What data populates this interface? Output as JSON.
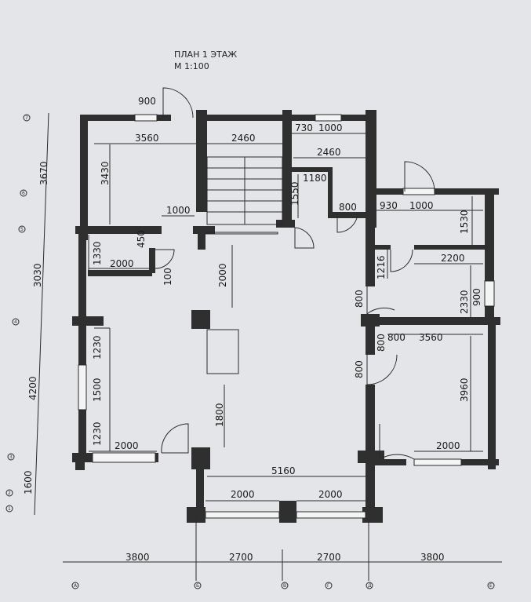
{
  "title": {
    "line1": "ПЛАН 1 ЭТАЖ",
    "line2": "М 1:100"
  },
  "bottom_dims": [
    "3800",
    "2700",
    "2700",
    "3800"
  ],
  "bottom_axes": [
    "А",
    "Б",
    "В",
    "Г",
    "Д",
    "Е"
  ],
  "left_dims": [
    "3670",
    "3030",
    "4200",
    "1600"
  ],
  "left_axes": [
    "1",
    "2",
    "3",
    "4",
    "5",
    "6",
    "7"
  ],
  "room_dims": {
    "top_window": "900",
    "room1_width": "3560",
    "room1_height": "3430",
    "stair_width": "2460",
    "top_right_730": "730",
    "top_right_1000": "1000",
    "top_right_2460": "2460",
    "wc_1180": "1180",
    "wc_1550": "1550",
    "door_800_a": "800",
    "opening_1000": "1000",
    "hall_2000_v": "2000",
    "bath_1330": "1330",
    "bath_2000": "2000",
    "bath_450": "450",
    "bath_100": "100",
    "left_1230_a": "1230",
    "left_1500": "1500",
    "left_1230_b": "1230",
    "left_2000": "2000",
    "center_1800": "1800",
    "big_5160": "5160",
    "bottom_2000_a": "2000",
    "bottom_2000_b": "2000",
    "right_930": "930",
    "right_1000": "1000",
    "right_1530": "1530",
    "right_1216": "1216",
    "right_2200": "2200",
    "right_2330": "2330",
    "right_900": "900",
    "right_800_a": "800",
    "right_800_b": "800",
    "right_3560": "3560",
    "right_800_c": "800",
    "right_3960": "3960",
    "right_2000": "2000"
  }
}
